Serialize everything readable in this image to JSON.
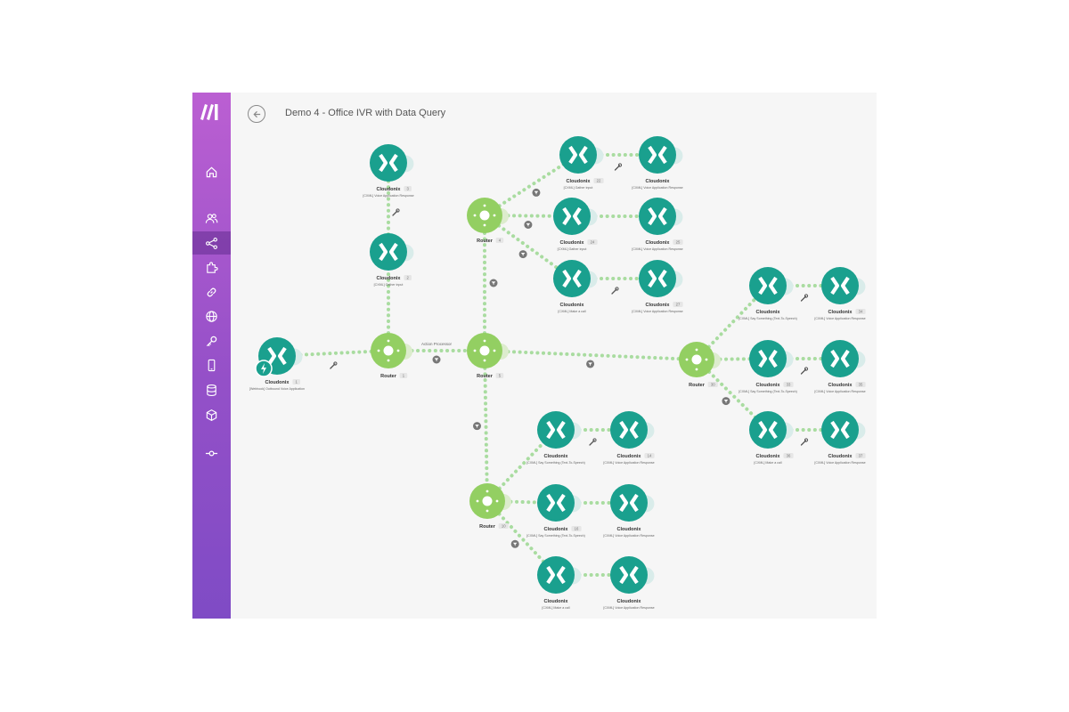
{
  "scenario": {
    "title": "Demo 4 - Office IVR with Data Query"
  },
  "colors": {
    "sidebar_top": "#bb5fd2",
    "sidebar_bottom": "#7f4bc5",
    "module": "#1aa08e",
    "router": "#93cf62",
    "connector": "#a9dca0",
    "background": "#f6f6f6"
  },
  "sidebar": {
    "items": [
      {
        "name": "home-icon"
      },
      {
        "name": "team-icon"
      },
      {
        "name": "scenarios-icon",
        "active": true
      },
      {
        "name": "templates-icon"
      },
      {
        "name": "connections-icon"
      },
      {
        "name": "webhooks-icon"
      },
      {
        "name": "keys-icon"
      },
      {
        "name": "devices-icon"
      },
      {
        "name": "datastores-icon"
      },
      {
        "name": "datastructures-icon"
      },
      {
        "name": "flow-control-icon"
      }
    ]
  },
  "nodes": [
    {
      "id": "trigger",
      "kind": "module",
      "name": "Cloudonix",
      "badge": "1",
      "sub": "[Webhook] Outbound Voice Application",
      "trigger": true
    },
    {
      "id": "r1",
      "kind": "router",
      "name": "Router",
      "badge": "1"
    },
    {
      "id": "u1",
      "kind": "module",
      "name": "Cloudonix",
      "badge": "2",
      "sub": "[CXML] Gather input"
    },
    {
      "id": "u2",
      "kind": "module",
      "name": "Cloudonix",
      "badge": "3",
      "sub": "[CXML] Voice Application Response"
    },
    {
      "id": "r2",
      "kind": "router",
      "name": "Router",
      "badge": "4"
    },
    {
      "id": "r3",
      "kind": "router",
      "name": "Router",
      "badge": "5"
    },
    {
      "id": "a1",
      "kind": "module",
      "name": "Cloudonix",
      "badge": "22",
      "sub": "[CXML] Gather input"
    },
    {
      "id": "a1b",
      "kind": "module",
      "name": "Cloudonix",
      "badge": "",
      "sub": "[CXML] Voice Application Response"
    },
    {
      "id": "a2",
      "kind": "module",
      "name": "Cloudonix",
      "badge": "24",
      "sub": "[CXML] Gather input"
    },
    {
      "id": "a2b",
      "kind": "module",
      "name": "Cloudonix",
      "badge": "25",
      "sub": "[CXML] Voice Application Response"
    },
    {
      "id": "a3",
      "kind": "module",
      "name": "Cloudonix",
      "badge": "",
      "sub": "[CXML] Make a call"
    },
    {
      "id": "a3b",
      "kind": "module",
      "name": "Cloudonix",
      "badge": "27",
      "sub": "[CXML] Voice Application Response"
    },
    {
      "id": "r4",
      "kind": "router",
      "name": "Router",
      "badge": "30"
    },
    {
      "id": "c1",
      "kind": "module",
      "name": "Cloudonix",
      "badge": "",
      "sub": "[CXML] Say Something (Text-To-Speech)"
    },
    {
      "id": "c1b",
      "kind": "module",
      "name": "Cloudonix",
      "badge": "34",
      "sub": "[CXML] Voice Application Response"
    },
    {
      "id": "c2",
      "kind": "module",
      "name": "Cloudonix",
      "badge": "33",
      "sub": "[CXML] Say Something (Text-To-Speech)"
    },
    {
      "id": "c2b",
      "kind": "module",
      "name": "Cloudonix",
      "badge": "35",
      "sub": "[CXML] Voice Application Response"
    },
    {
      "id": "c3",
      "kind": "module",
      "name": "Cloudonix",
      "badge": "36",
      "sub": "[CXML] Make a call"
    },
    {
      "id": "c3b",
      "kind": "module",
      "name": "Cloudonix",
      "badge": "37",
      "sub": "[CXML] Voice Application Response"
    },
    {
      "id": "r5",
      "kind": "router",
      "name": "Router",
      "badge": "10"
    },
    {
      "id": "d1",
      "kind": "module",
      "name": "Cloudonix",
      "badge": "",
      "sub": "[CXML] Say Something (Text-To-Speech)"
    },
    {
      "id": "d1b",
      "kind": "module",
      "name": "Cloudonix",
      "badge": "14",
      "sub": "[CXML] Voice Application Response"
    },
    {
      "id": "d2",
      "kind": "module",
      "name": "Cloudonix",
      "badge": "16",
      "sub": "[CXML] Say Something (Text-To-Speech)"
    },
    {
      "id": "d2b",
      "kind": "module",
      "name": "Cloudonix",
      "badge": "",
      "sub": "[CXML] Voice Application Response"
    },
    {
      "id": "d3",
      "kind": "module",
      "name": "Cloudonix",
      "badge": "",
      "sub": "[CXML] Make a call"
    },
    {
      "id": "d3b",
      "kind": "module",
      "name": "Cloudonix",
      "badge": "",
      "sub": "[CXML] Voice Application Response"
    }
  ],
  "edges": [
    {
      "from": "trigger",
      "to": "r1",
      "label": "",
      "wrench": true,
      "filter": false
    },
    {
      "from": "r1",
      "to": "u1",
      "label": "",
      "wrench": false,
      "filter": false
    },
    {
      "from": "u1",
      "to": "u2",
      "label": "",
      "wrench": true,
      "filter": false
    },
    {
      "from": "r1",
      "to": "r3",
      "label": "Action Processor",
      "wrench": false,
      "filter": true
    },
    {
      "from": "r3",
      "to": "r2",
      "label": "",
      "wrench": false,
      "filter": true
    },
    {
      "from": "r2",
      "to": "a1",
      "label": "",
      "wrench": false,
      "filter": true
    },
    {
      "from": "r2",
      "to": "a2",
      "label": "",
      "wrench": false,
      "filter": true
    },
    {
      "from": "r2",
      "to": "a3",
      "label": "",
      "wrench": false,
      "filter": true
    },
    {
      "from": "a1",
      "to": "a1b",
      "label": "",
      "wrench": true,
      "filter": false
    },
    {
      "from": "a2",
      "to": "a2b",
      "label": "",
      "wrench": false,
      "filter": false
    },
    {
      "from": "a3",
      "to": "a3b",
      "label": "",
      "wrench": true,
      "filter": false
    },
    {
      "from": "r3",
      "to": "r4",
      "label": "",
      "wrench": false,
      "filter": true
    },
    {
      "from": "r4",
      "to": "c1",
      "label": "",
      "wrench": false,
      "filter": false
    },
    {
      "from": "r4",
      "to": "c2",
      "label": "",
      "wrench": false,
      "filter": false
    },
    {
      "from": "r4",
      "to": "c3",
      "label": "",
      "wrench": false,
      "filter": true
    },
    {
      "from": "c1",
      "to": "c1b",
      "label": "",
      "wrench": true,
      "filter": false
    },
    {
      "from": "c2",
      "to": "c2b",
      "label": "",
      "wrench": true,
      "filter": false
    },
    {
      "from": "c3",
      "to": "c3b",
      "label": "",
      "wrench": true,
      "filter": false
    },
    {
      "from": "r3",
      "to": "r5",
      "label": "",
      "wrench": false,
      "filter": true
    },
    {
      "from": "r5",
      "to": "d1",
      "label": "",
      "wrench": false,
      "filter": false
    },
    {
      "from": "r5",
      "to": "d2",
      "label": "",
      "wrench": false,
      "filter": false
    },
    {
      "from": "r5",
      "to": "d3",
      "label": "",
      "wrench": false,
      "filter": true
    },
    {
      "from": "d1",
      "to": "d1b",
      "label": "",
      "wrench": true,
      "filter": false
    },
    {
      "from": "d2",
      "to": "d2b",
      "label": "",
      "wrench": false,
      "filter": false
    },
    {
      "from": "d3",
      "to": "d3b",
      "label": "",
      "wrench": false,
      "filter": false
    }
  ]
}
